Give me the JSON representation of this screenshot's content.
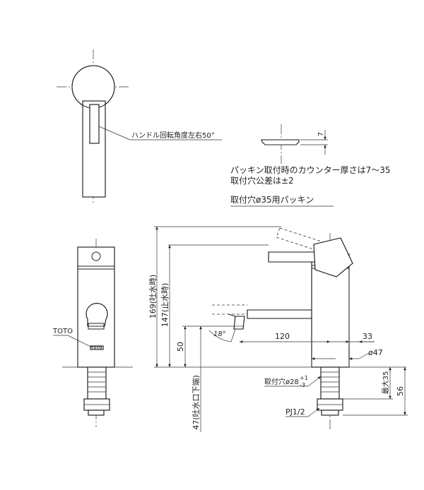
{
  "labels": {
    "handle_rotation": "ハンドル回転角度左右50°",
    "packing_dim": "7",
    "packing_note_1": "パッキン取付時のカウンター厚さは7〜35",
    "packing_note_2": "取付穴公差は±2",
    "packing_title": "取付穴ø35用パッキン",
    "brand": "TOTO",
    "brand_mark": "TOTO",
    "dim_169": "169(吐水時)",
    "dim_147": "147(止水時)",
    "dim_50": "50",
    "dim_47_spout": "47(吐水口下端)",
    "angle_18": "18°",
    "dim_120": "120",
    "dim_33": "33",
    "dim_phi47": "ø47",
    "hole_label": "取付穴ø28",
    "hole_tol_plus": "+1",
    "hole_tol_minus": "-3",
    "dim_max35": "最大35",
    "dim_56": "56",
    "thread": "PJ1/2"
  }
}
